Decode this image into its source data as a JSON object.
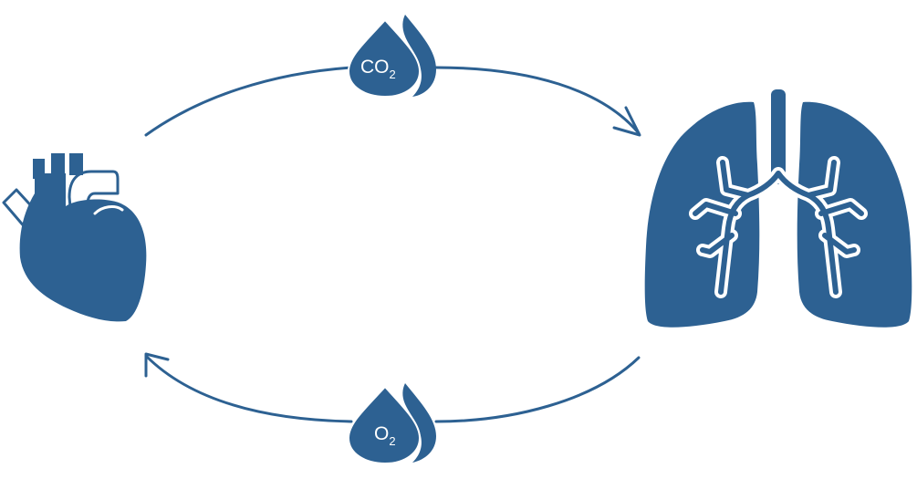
{
  "colors": {
    "primary": "#2d6192",
    "background": "#ffffff",
    "inner_lines": "#ffffff"
  },
  "nodes": {
    "heart": {
      "icon": "heart-icon"
    },
    "lungs": {
      "icon": "lungs-icon"
    }
  },
  "flows": {
    "top": {
      "icon": "droplet-icon",
      "label_main": "CO",
      "label_sub": "2",
      "direction": "heart-to-lungs"
    },
    "bottom": {
      "icon": "droplet-icon",
      "label_main": "O",
      "label_sub": "2",
      "direction": "lungs-to-heart"
    }
  }
}
